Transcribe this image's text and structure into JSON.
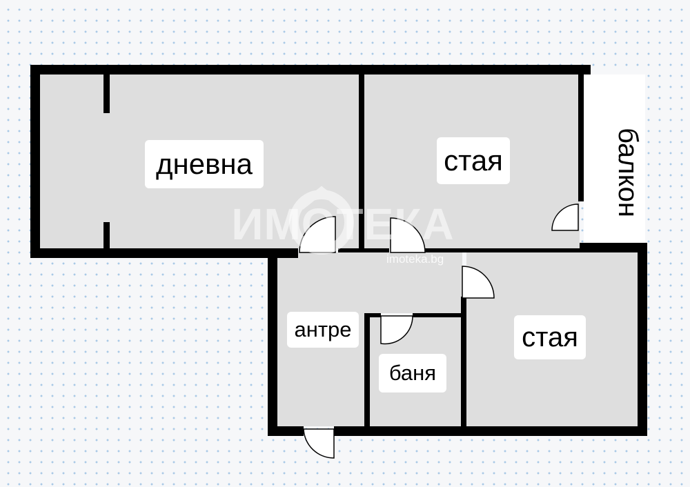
{
  "colors": {
    "background": "#f6f7f9",
    "grid_dot": "#a9c9e6",
    "wall": "#000000",
    "room_fill": "#dedede",
    "balcony_fill": "#ffffff"
  },
  "rooms": {
    "living": "дневна",
    "room_top": "стая",
    "balcony": "балкон",
    "hall": "антре",
    "bathroom": "баня",
    "room_bottom": "стая"
  },
  "watermark": {
    "brand": "ИМОТЕКА",
    "url": "imoteka.bg"
  }
}
